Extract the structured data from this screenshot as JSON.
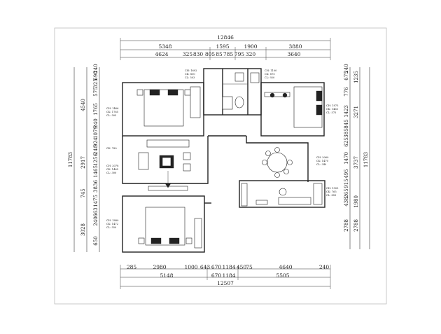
{
  "top_dims": {
    "overall": "12846",
    "row1": [
      "5348",
      "1595",
      "1900",
      "3880"
    ],
    "row2": [
      "4624",
      "325",
      "830",
      "805",
      "85",
      "785",
      "795",
      "320",
      "3640"
    ]
  },
  "bottom_dims": {
    "row1": [
      "285",
      "2980",
      "1000",
      "643",
      "670",
      "1184",
      "450",
      "75",
      "4640",
      "240"
    ],
    "row2": [
      "5148",
      "670",
      "1184",
      "5505"
    ],
    "overall": "12507"
  },
  "left_dims": {
    "overall": "11783",
    "col1": [
      "4540",
      "2917",
      "745",
      "3028"
    ],
    "col2": [
      "240",
      "698",
      "325",
      "575",
      "1765",
      "240",
      "1079",
      "924",
      "240",
      "1256",
      "1465",
      "3836",
      "1475",
      "663",
      "240",
      "650"
    ]
  },
  "right_dims": {
    "overall": "11783",
    "col1": [
      "1235",
      "3271",
      "3737",
      "1980",
      "2788"
    ],
    "col2": [
      "240",
      "675",
      "776",
      "1423",
      "845",
      "385",
      "625",
      "1470",
      "495",
      "915",
      "265",
      "438",
      "2788"
    ]
  },
  "room_labels": {
    "master_bed": [
      "CH: 1466",
      "CK: 1765",
      "CL: 505"
    ],
    "bath": [
      "CH: 1692",
      "CK: 800",
      "CL: 503"
    ],
    "wc": [
      "CH: 1100",
      "CK: 875",
      "CL: 920"
    ],
    "bed2": [
      "CH: 1875",
      "CK: 1465",
      "CL: 575"
    ],
    "corridor": [
      "CK: 780"
    ],
    "living": [
      "CH: 2078",
      "CK: 1465",
      "CL: 300"
    ],
    "dining": [
      "CH: 2060",
      "CK: 1470",
      "CL: 340"
    ],
    "kitchen": [
      "CH: 1505",
      "CK: 765",
      "CL: 855"
    ],
    "bed3": [
      "CH: 1880",
      "CK: 1472",
      "CL: 550"
    ]
  }
}
